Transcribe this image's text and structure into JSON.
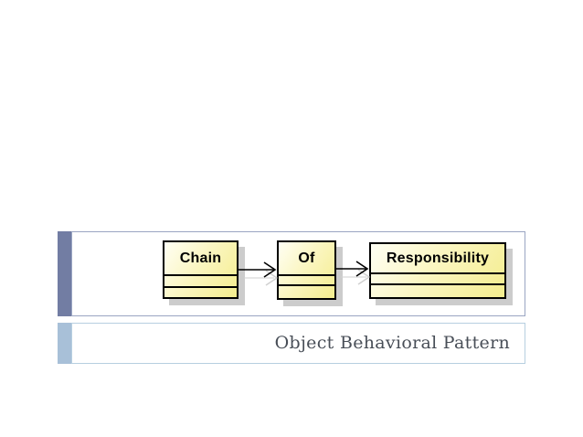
{
  "slide": {
    "background_color": "#ffffff"
  },
  "chart_data": {
    "type": "table",
    "note": "UML class diagram strip",
    "title": ""
  },
  "title_diagram": {
    "type": "uml-class-diagram",
    "classes": [
      {
        "name": "Chain"
      },
      {
        "name": "Of"
      },
      {
        "name": "Responsibility"
      }
    ],
    "connections": [
      {
        "from": "Chain",
        "to": "Of",
        "style": "open-arrow"
      },
      {
        "from": "Of",
        "to": "Responsibility",
        "style": "open-arrow"
      }
    ],
    "class_fill_light": "#fffff4",
    "class_fill_dark": "#f4ed8e",
    "class_border_color": "#000000",
    "class_shadow_color": "#cccccc",
    "arrow_color": "#000000",
    "arrow_shadow_color": "#bdbdbd"
  },
  "subtitle": {
    "text": "Object Behavioral Pattern",
    "color": "#484e57"
  },
  "accents": {
    "title_bar_color": "#727da3",
    "title_panel_border_color": "#9aa5c2",
    "subtitle_bar_color": "#a8c0d8",
    "subtitle_panel_border_color": "#b7cfe0"
  }
}
